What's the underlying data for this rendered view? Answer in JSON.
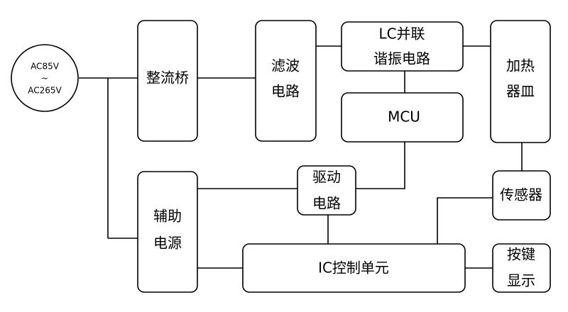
{
  "diagram": {
    "source": {
      "line1": "AC85V",
      "line2": "~",
      "line3": "AC265V"
    },
    "blocks": {
      "rectifier": "整流桥",
      "filter": {
        "line1": "滤波",
        "line2": "电路"
      },
      "lc": {
        "line1": "LC并联",
        "line2": "谐振电路"
      },
      "heater": {
        "line1": "加热",
        "line2": "器皿"
      },
      "mcu": "MCU",
      "driver": {
        "line1": "驱动",
        "line2": "电路"
      },
      "aux_power": {
        "line1": "辅助",
        "line2": "电源"
      },
      "sensor": "传感器",
      "ic_control": "IC控制单元",
      "keypad_display": {
        "line1": "按键",
        "line2": "显示"
      }
    },
    "colors": {
      "stroke": "#000000",
      "fill": "#ffffff"
    }
  }
}
